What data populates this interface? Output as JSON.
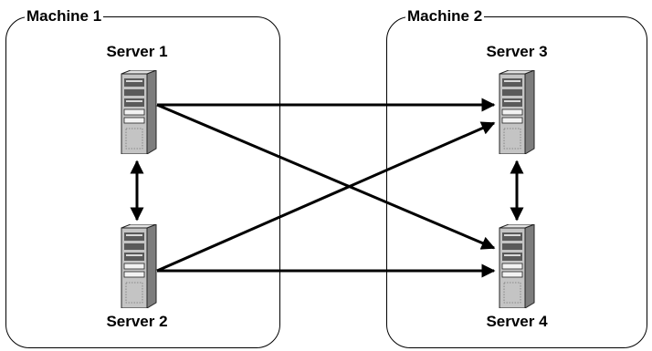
{
  "machines": [
    {
      "id": "machine-1",
      "title": "Machine 1"
    },
    {
      "id": "machine-2",
      "title": "Machine 2"
    }
  ],
  "servers": [
    {
      "id": "server-1",
      "label": "Server 1",
      "machine": "machine-1",
      "icon": "server-tower-icon"
    },
    {
      "id": "server-2",
      "label": "Server 2",
      "machine": "machine-1",
      "icon": "server-tower-icon"
    },
    {
      "id": "server-3",
      "label": "Server 3",
      "machine": "machine-2",
      "icon": "server-tower-icon"
    },
    {
      "id": "server-4",
      "label": "Server 4",
      "machine": "machine-2",
      "icon": "server-tower-icon"
    }
  ],
  "connections": [
    {
      "from": "server-1",
      "to": "server-3",
      "arrow": "to"
    },
    {
      "from": "server-1",
      "to": "server-4",
      "arrow": "to"
    },
    {
      "from": "server-2",
      "to": "server-3",
      "arrow": "to"
    },
    {
      "from": "server-2",
      "to": "server-4",
      "arrow": "to"
    },
    {
      "from": "server-1",
      "to": "server-2",
      "arrow": "both"
    },
    {
      "from": "server-3",
      "to": "server-4",
      "arrow": "both"
    }
  ],
  "colors": {
    "line": "#000000",
    "server_body": "#b9b9b9",
    "server_panel": "#5a5a5a"
  }
}
